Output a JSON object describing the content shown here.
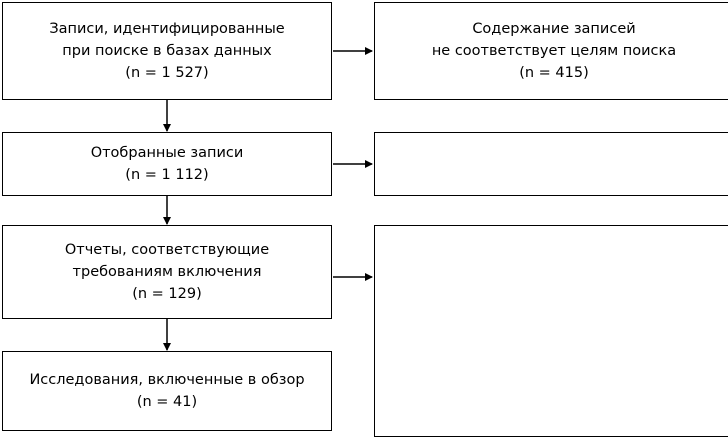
{
  "flow": {
    "stage1": {
      "line1": "Записи, идентифицированные",
      "line2": "при поиске в базах данных",
      "count": "(n = 1 527)"
    },
    "stage2": {
      "line1": "Отобранные записи",
      "count": "(n = 1 112)"
    },
    "stage3": {
      "line1": "Отчеты, соответствующие",
      "line2": "требованиям включения",
      "count": "(n = 129)"
    },
    "stage4": {
      "line1": "Исследования, включенные в обзор",
      "count": "(n = 41)"
    }
  },
  "exclusions": {
    "excl1": {
      "line1": "Содержание записей",
      "line2": "не соответствует целям поиска",
      "count": "(n = 415)"
    },
    "excl2": {},
    "excl3": {}
  }
}
